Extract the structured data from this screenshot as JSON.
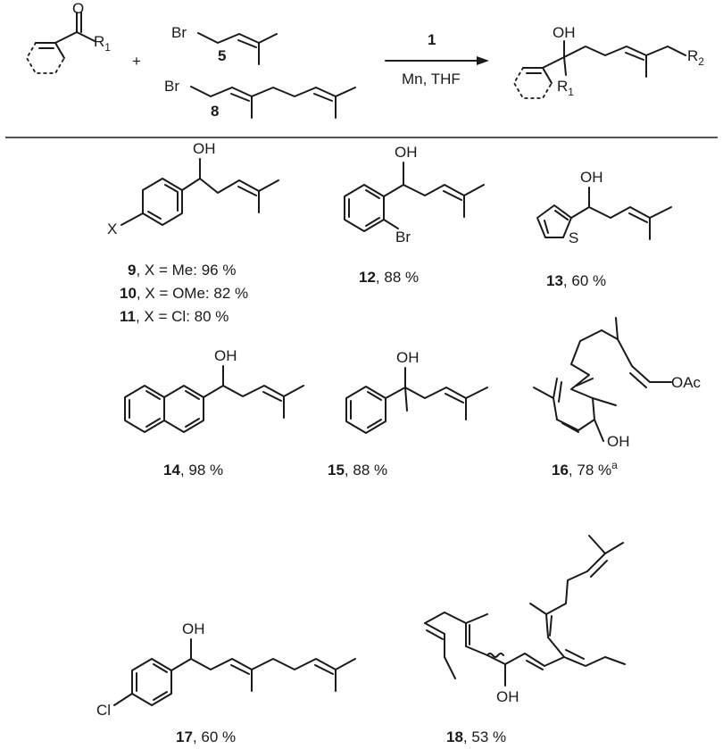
{
  "scheme": {
    "reagent": "1",
    "conditions": "Mn, THF",
    "plus": "+"
  },
  "labels": {
    "O": "O",
    "R1": "R",
    "R1_sub": "1",
    "R2": "R",
    "R2_sub": "2",
    "Br": "Br",
    "OH": "OH",
    "X": "X",
    "S": "S",
    "Cl": "Cl",
    "OAc": "OAc"
  },
  "reactants": [
    {
      "number": "5"
    },
    {
      "number": "8"
    }
  ],
  "products": [
    {
      "number": "9",
      "caption": ", X = Me: 96 %"
    },
    {
      "number": "10",
      "caption": ", X = OMe: 82 %"
    },
    {
      "number": "11",
      "caption": ", X = Cl: 80 %"
    },
    {
      "number": "12",
      "caption": ", 88 %"
    },
    {
      "number": "13",
      "caption": ", 60 %"
    },
    {
      "number": "14",
      "caption": ", 98 %"
    },
    {
      "number": "15",
      "caption": ", 88 %"
    },
    {
      "number": "16",
      "caption": ", 78 %",
      "footnote": "a"
    },
    {
      "number": "17",
      "caption": ", 60 %"
    },
    {
      "number": "18",
      "caption": ", 53 %"
    }
  ]
}
